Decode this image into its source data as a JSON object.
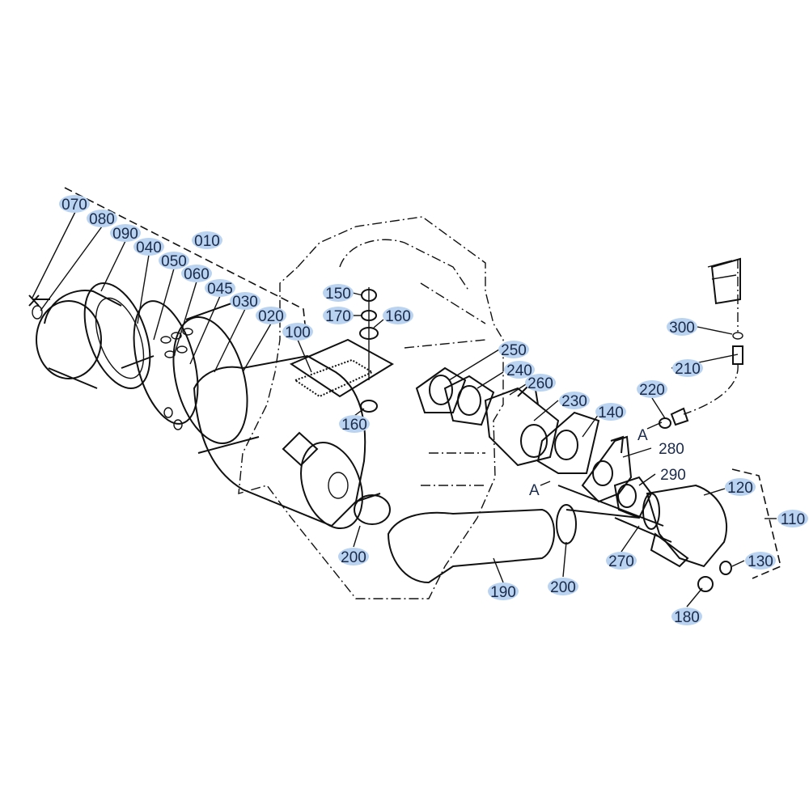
{
  "diagram": {
    "highlight_color": "#b9d3f0",
    "callouts": [
      {
        "id": "070",
        "label": "070",
        "highlighted": true
      },
      {
        "id": "080",
        "label": "080",
        "highlighted": true
      },
      {
        "id": "090",
        "label": "090",
        "highlighted": true
      },
      {
        "id": "040",
        "label": "040",
        "highlighted": true
      },
      {
        "id": "050",
        "label": "050",
        "highlighted": true
      },
      {
        "id": "060",
        "label": "060",
        "highlighted": true
      },
      {
        "id": "045",
        "label": "045",
        "highlighted": true
      },
      {
        "id": "030",
        "label": "030",
        "highlighted": true
      },
      {
        "id": "020",
        "label": "020",
        "highlighted": true
      },
      {
        "id": "010",
        "label": "010",
        "highlighted": true
      },
      {
        "id": "100",
        "label": "100",
        "highlighted": true
      },
      {
        "id": "150",
        "label": "150",
        "highlighted": true
      },
      {
        "id": "170",
        "label": "170",
        "highlighted": true
      },
      {
        "id": "160a",
        "label": "160",
        "highlighted": true
      },
      {
        "id": "160b",
        "label": "160",
        "highlighted": true
      },
      {
        "id": "250",
        "label": "250",
        "highlighted": true
      },
      {
        "id": "240",
        "label": "240",
        "highlighted": true
      },
      {
        "id": "260",
        "label": "260",
        "highlighted": true
      },
      {
        "id": "230",
        "label": "230",
        "highlighted": true
      },
      {
        "id": "140",
        "label": "140",
        "highlighted": true
      },
      {
        "id": "280",
        "label": "280",
        "highlighted": false
      },
      {
        "id": "290",
        "label": "290",
        "highlighted": false
      },
      {
        "id": "220",
        "label": "220",
        "highlighted": true
      },
      {
        "id": "210",
        "label": "210",
        "highlighted": true
      },
      {
        "id": "300",
        "label": "300",
        "highlighted": true
      },
      {
        "id": "120",
        "label": "120",
        "highlighted": true
      },
      {
        "id": "110",
        "label": "110",
        "highlighted": true
      },
      {
        "id": "130",
        "label": "130",
        "highlighted": true
      },
      {
        "id": "180",
        "label": "180",
        "highlighted": true
      },
      {
        "id": "270",
        "label": "270",
        "highlighted": true
      },
      {
        "id": "200a",
        "label": "200",
        "highlighted": true
      },
      {
        "id": "200b",
        "label": "200",
        "highlighted": true
      },
      {
        "id": "190",
        "label": "190",
        "highlighted": true
      }
    ],
    "refs": {
      "a1": "A",
      "a2": "A"
    }
  }
}
